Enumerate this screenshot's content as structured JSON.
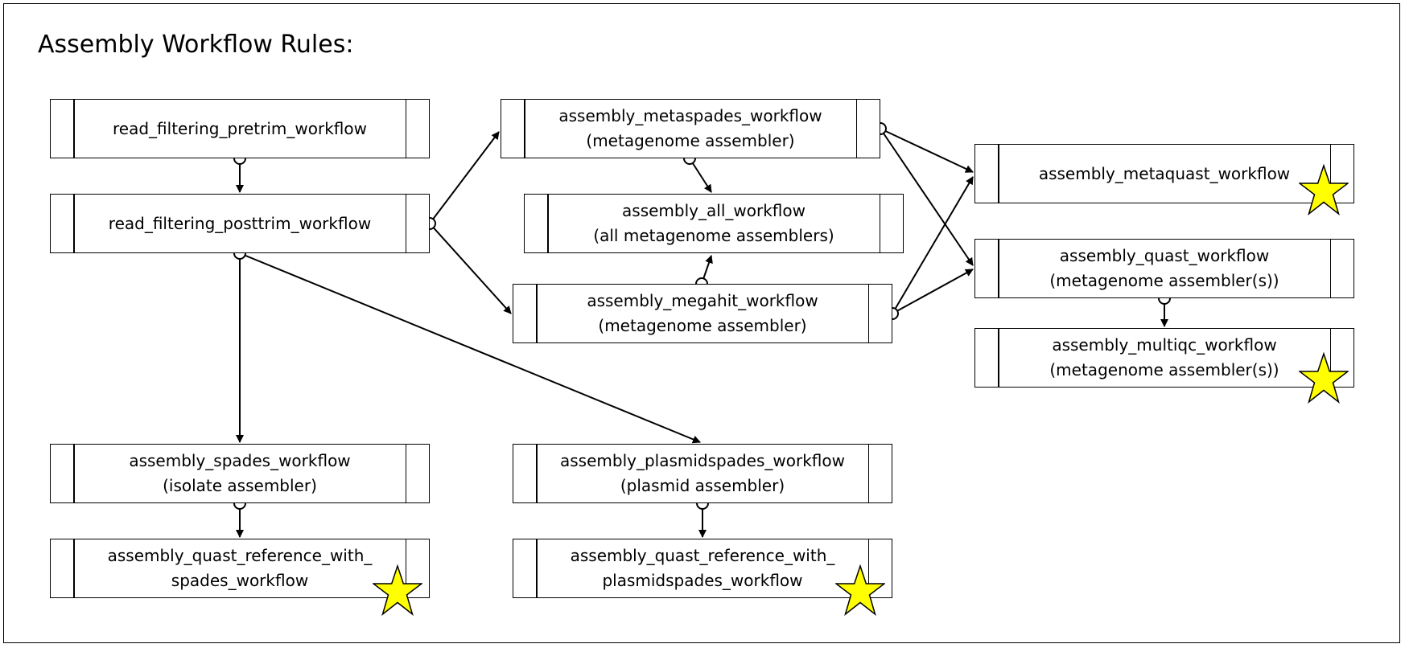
{
  "title": "Assembly Workflow Rules:",
  "colors": {
    "star_fill": "#ffff00",
    "line": "#000000",
    "background": "#ffffff"
  },
  "nodes": {
    "pretrim": {
      "line1": "read_filtering_pretrim_workflow",
      "line2": ""
    },
    "posttrim": {
      "line1": "read_filtering_posttrim_workflow",
      "line2": ""
    },
    "metaspades": {
      "line1": "assembly_metaspades_workflow",
      "line2": "(metagenome assembler)"
    },
    "all": {
      "line1": "assembly_all_workflow",
      "line2": "(all metagenome assemblers)"
    },
    "megahit": {
      "line1": "assembly_megahit_workflow",
      "line2": "(metagenome assembler)"
    },
    "metaquast": {
      "line1": "assembly_metaquast_workflow",
      "line2": ""
    },
    "quast": {
      "line1": "assembly_quast_workflow",
      "line2": "(metagenome assembler(s))"
    },
    "multiqc": {
      "line1": "assembly_multiqc_workflow",
      "line2": "(metagenome assembler(s))"
    },
    "spades": {
      "line1": "assembly_spades_workflow",
      "line2": "(isolate assembler)"
    },
    "plasmidspades": {
      "line1": "assembly_plasmidspades_workflow",
      "line2": "(plasmid assembler)"
    },
    "quast_ref_spades": {
      "line1": "assembly_quast_reference_with_",
      "line2": "spades_workflow"
    },
    "quast_ref_plasmidspades": {
      "line1": "assembly_quast_reference_with_",
      "line2": "plasmidspades_workflow"
    }
  },
  "edges": [
    {
      "from": "pretrim",
      "to": "posttrim"
    },
    {
      "from": "posttrim",
      "to": "metaspades"
    },
    {
      "from": "posttrim",
      "to": "megahit"
    },
    {
      "from": "posttrim",
      "to": "spades"
    },
    {
      "from": "posttrim",
      "to": "plasmidspades"
    },
    {
      "from": "metaspades",
      "to": "all"
    },
    {
      "from": "megahit",
      "to": "all"
    },
    {
      "from": "metaspades",
      "to": "metaquast"
    },
    {
      "from": "metaspades",
      "to": "quast"
    },
    {
      "from": "megahit",
      "to": "metaquast"
    },
    {
      "from": "megahit",
      "to": "quast"
    },
    {
      "from": "quast",
      "to": "multiqc"
    },
    {
      "from": "spades",
      "to": "quast_ref_spades"
    },
    {
      "from": "plasmidspades",
      "to": "quast_ref_plasmidspades"
    }
  ],
  "starred": [
    "metaquast",
    "multiqc",
    "quast_ref_spades",
    "quast_ref_plasmidspades"
  ]
}
